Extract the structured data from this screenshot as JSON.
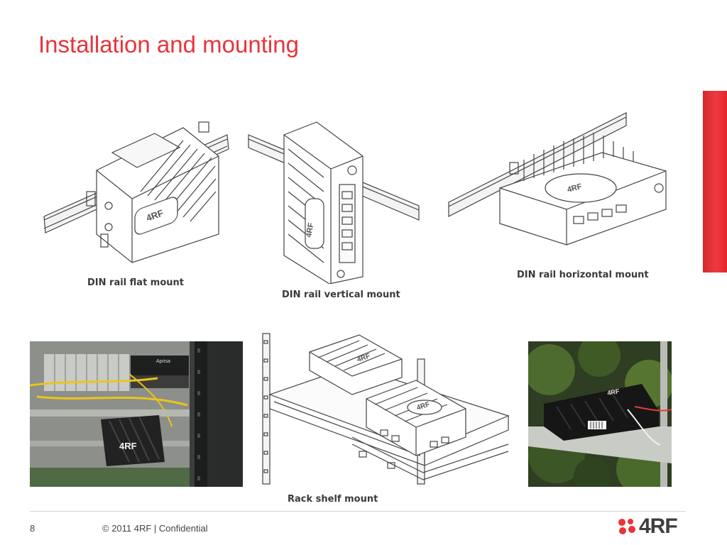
{
  "slide": {
    "title": "Installation and mounting",
    "accent_color": "#e8343a"
  },
  "figures": [
    {
      "id": "din-flat",
      "caption": "DIN rail flat mount",
      "icon": "din-rail-flat-mount-drawing"
    },
    {
      "id": "din-vertical",
      "caption": "DIN rail vertical mount",
      "icon": "din-rail-vertical-mount-drawing"
    },
    {
      "id": "din-horizontal",
      "caption": "DIN rail horizontal mount",
      "icon": "din-rail-horizontal-mount-drawing"
    },
    {
      "id": "cabinet-photo",
      "caption": "",
      "icon": "cabinet-installation-photo",
      "device_label": "4RF",
      "panel_label": "Aprisa"
    },
    {
      "id": "rack-shelf",
      "caption": "Rack shelf mount",
      "icon": "rack-shelf-mount-drawing"
    },
    {
      "id": "outdoor-photo",
      "caption": "",
      "icon": "outdoor-pole-mount-photo",
      "device_label": "4RF"
    }
  ],
  "device_badge": "4RF",
  "footer": {
    "page_number": "8",
    "copyright": "© 2011 4RF | Confidential",
    "logo_text": "4RF"
  }
}
